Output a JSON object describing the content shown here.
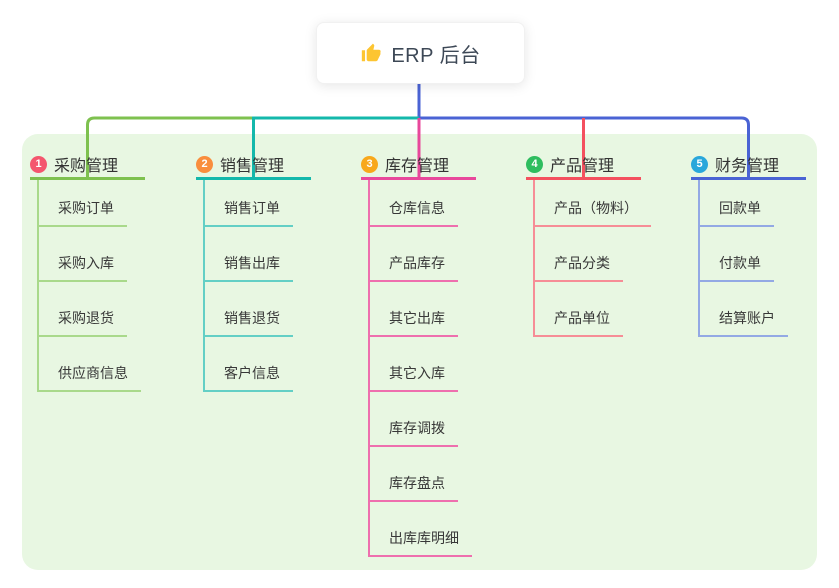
{
  "root": {
    "title": "ERP 后台",
    "icon": "thumbs-up-icon",
    "icon_color": "#fdc531"
  },
  "branches": [
    {
      "index": "1",
      "name": "采购管理",
      "badge_color": "#f4566e",
      "line_color": "#7ec14f",
      "item_line_color": "#a9d98b",
      "items": [
        "采购订单",
        "采购入库",
        "采购退货",
        "供应商信息"
      ]
    },
    {
      "index": "2",
      "name": "销售管理",
      "badge_color": "#f98e3d",
      "line_color": "#14b8ab",
      "item_line_color": "#63cfc5",
      "items": [
        "销售订单",
        "销售出库",
        "销售退货",
        "客户信息"
      ]
    },
    {
      "index": "3",
      "name": "库存管理",
      "badge_color": "#f8a81b",
      "line_color": "#e8489b",
      "item_line_color": "#ee6fae",
      "items": [
        "仓库信息",
        "产品库存",
        "其它出库",
        "其它入库",
        "库存调拨",
        "库存盘点",
        "出库库明细"
      ]
    },
    {
      "index": "4",
      "name": "产品管理",
      "badge_color": "#2ebd5f",
      "line_color": "#f4505f",
      "item_line_color": "#f68d96",
      "items": [
        "产品（物料）",
        "产品分类",
        "产品单位"
      ]
    },
    {
      "index": "5",
      "name": "财务管理",
      "badge_color": "#29a7db",
      "line_color": "#4a63d4",
      "item_line_color": "#93a9e4",
      "items": [
        "回款单",
        "付款单",
        "结算账户"
      ]
    }
  ],
  "colors": {
    "connector_blue": "#4a63d4",
    "panel_background": "#e8f7e2",
    "root_text": "#3d4856"
  }
}
